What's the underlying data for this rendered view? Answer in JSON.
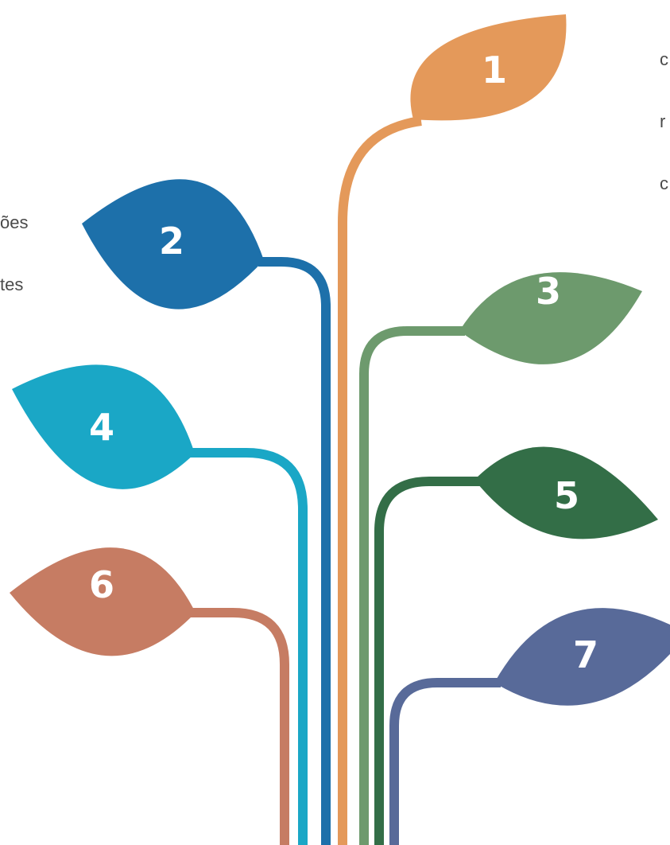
{
  "colors": {
    "1": "#e4995a",
    "2": "#1d70aa",
    "3": "#6d9a6d",
    "4": "#1aa7c6",
    "5": "#336e47",
    "6": "#c67c63",
    "7": "#586a99"
  },
  "leaves": [
    {
      "number": "1",
      "color_key": "1"
    },
    {
      "number": "2",
      "color_key": "2"
    },
    {
      "number": "3",
      "color_key": "3"
    },
    {
      "number": "4",
      "color_key": "4"
    },
    {
      "number": "5",
      "color_key": "5"
    },
    {
      "number": "6",
      "color_key": "6"
    },
    {
      "number": "7",
      "color_key": "7"
    }
  ],
  "text_fragments": {
    "left": [
      "ões",
      "tes"
    ],
    "right": [
      "c",
      "r",
      "c"
    ]
  }
}
